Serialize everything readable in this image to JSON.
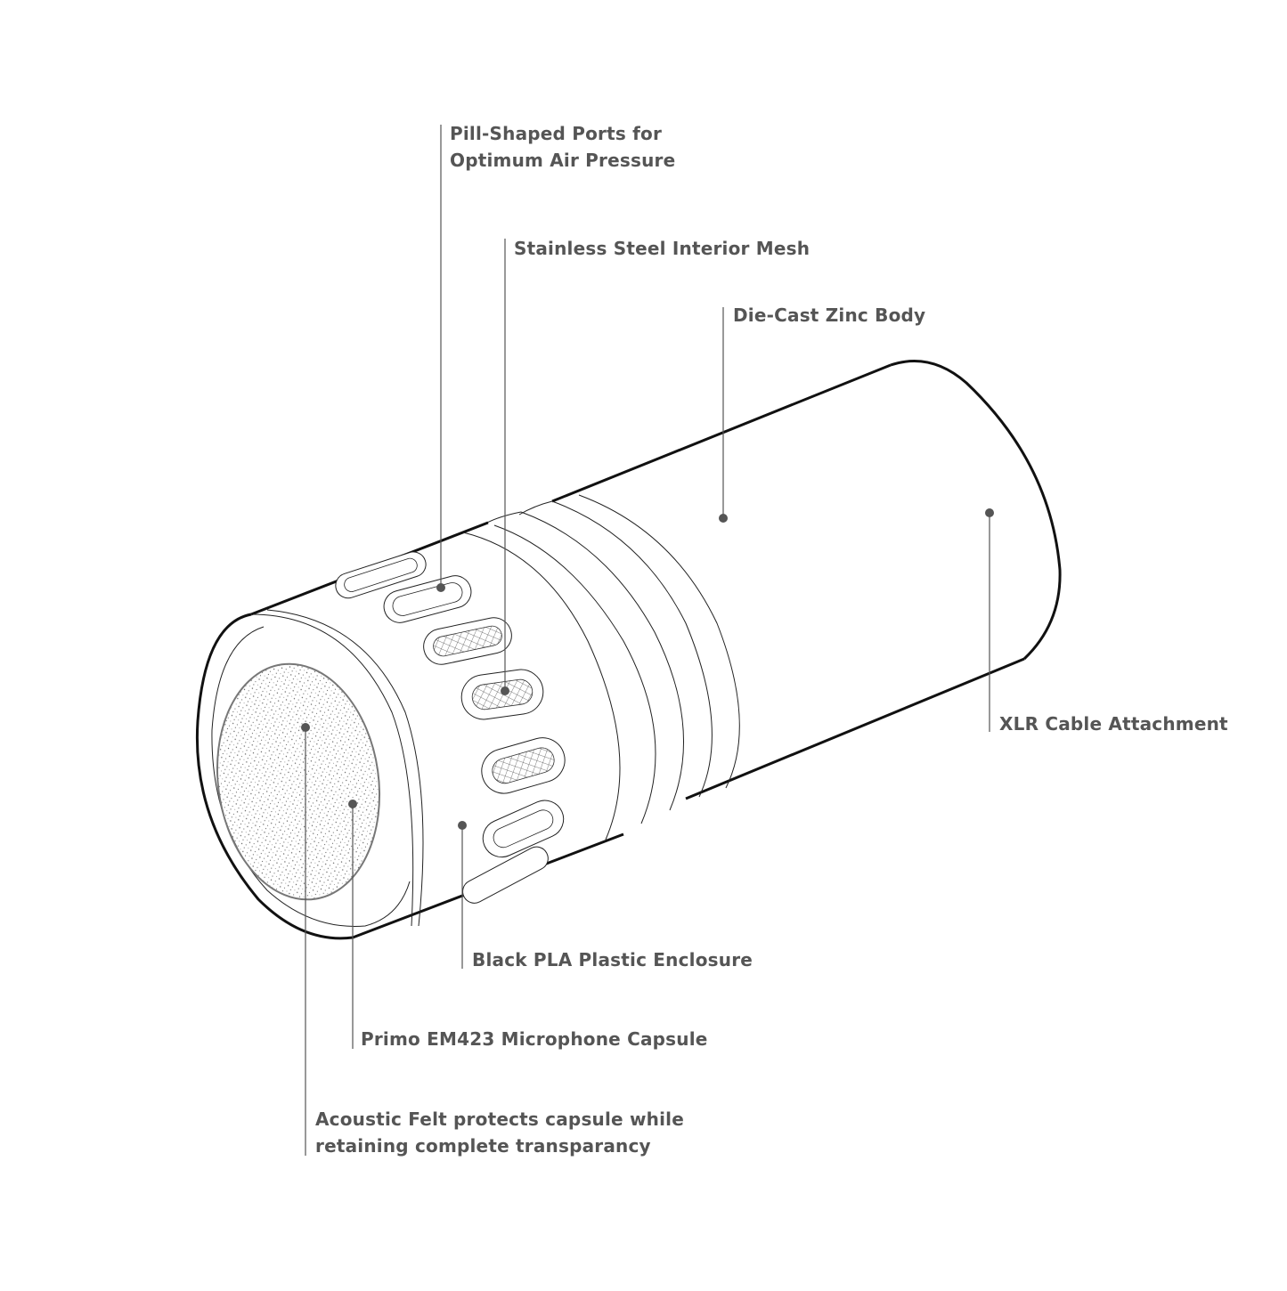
{
  "labels": {
    "ports_line1": "Pill-Shaped Ports for",
    "ports_line2": "Optimum Air Pressure",
    "mesh": "Stainless Steel Interior Mesh",
    "body": "Die-Cast Zinc Body",
    "xlr": "XLR Cable Attachment",
    "enclosure": "Black PLA Plastic Enclosure",
    "capsule": "Primo EM423 Microphone Capsule",
    "felt_line1": "Acoustic Felt protects capsule while",
    "felt_line2": "retaining complete transparancy"
  },
  "colors": {
    "label_text": "#555555",
    "leader": "#555555",
    "outline": "#111111",
    "background": "#ffffff"
  }
}
